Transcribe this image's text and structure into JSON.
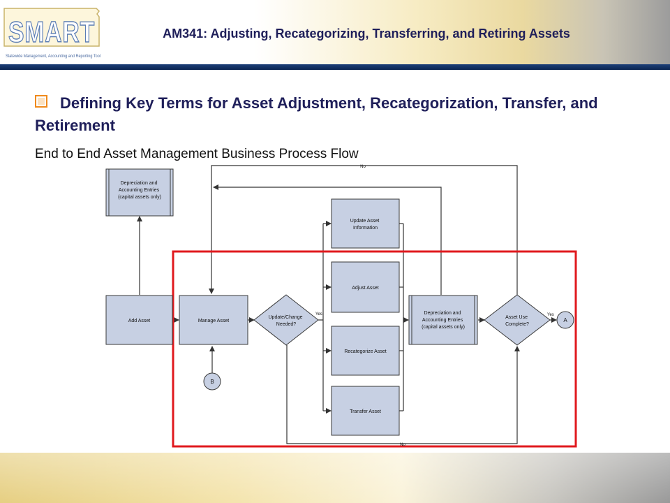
{
  "logo": {
    "text": "SMART",
    "tagline": "Statewide Management, Accounting and Reporting Tool"
  },
  "header": {
    "title": "AM341: Adjusting, Recategorizing, Transferring, and Retiring Assets"
  },
  "section": {
    "heading": "Defining Key Terms for Asset Adjustment, Recategorization, Transfer, and Retirement",
    "subheading": "End to End Asset Management Business Process Flow"
  },
  "flow": {
    "depreciation_top": [
      "Depreciation and",
      "Accounting Entries",
      "(capital assets only)"
    ],
    "add_asset": "Add Asset",
    "manage_asset": "Manage Asset",
    "update_change_needed": [
      "Update/Change",
      "Needed?"
    ],
    "update_asset_information": [
      "Update Asset",
      "Information"
    ],
    "adjust_asset": "Adjust Asset",
    "recategorize_asset": "Recategorize Asset",
    "transfer_asset": "Transfer Asset",
    "depreciation_mid": [
      "Depreciation and",
      "Accounting Entries",
      "(capital assets only)"
    ],
    "asset_use_complete": [
      "Asset Use",
      "Complete?"
    ],
    "connector_a": "A",
    "connector_b": "B",
    "label_yes_1": "Yes",
    "label_yes_2": "Yes",
    "label_no_top": "No",
    "label_no_bottom": "No"
  },
  "colors": {
    "node_fill": "#c7d0e3",
    "node_stroke": "#3a3a3a",
    "highlight": "#e0191e",
    "title_text": "#1f1f5a",
    "header_bar": "#0b2552",
    "bullet": "#f08a1c"
  }
}
